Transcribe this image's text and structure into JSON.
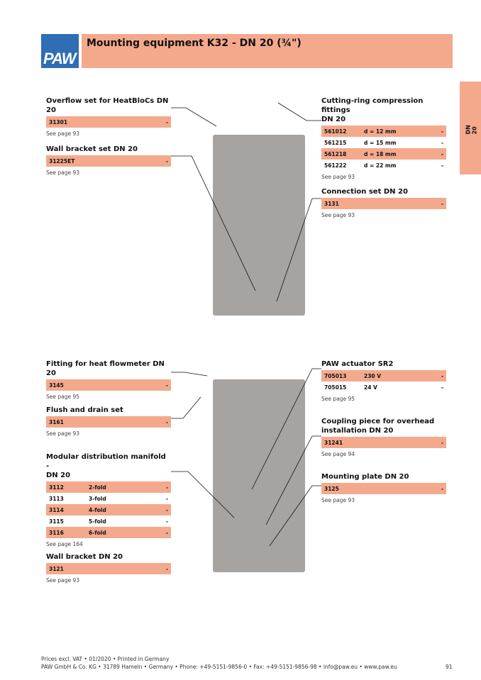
{
  "header": {
    "logo": "PAW",
    "title": "Mounting equipment K32 - DN 20 (¾\")"
  },
  "side_tab": "DN 20",
  "sections": [
    {
      "title": [
        "Overflow set for HeatBloCs DN 20"
      ],
      "rows": [
        {
          "code": "31301",
          "desc": "",
          "price": "-"
        }
      ],
      "see": "See page 93"
    },
    {
      "title": [
        "Wall bracket set DN 20"
      ],
      "rows": [
        {
          "code": "31225ET",
          "desc": "",
          "price": "-"
        }
      ],
      "see": "See page 93"
    },
    {
      "title": [
        "Cutting-ring compression fittings",
        "DN 20"
      ],
      "rows": [
        {
          "code": "561012",
          "desc": "d = 12 mm",
          "price": "-"
        },
        {
          "code": "561215",
          "desc": "d = 15 mm",
          "price": "-"
        },
        {
          "code": "561218",
          "desc": "d = 18 mm",
          "price": "-"
        },
        {
          "code": "561222",
          "desc": "d = 22 mm",
          "price": "-"
        }
      ],
      "see": "See page 93"
    },
    {
      "title": [
        "Connection set DN 20"
      ],
      "rows": [
        {
          "code": "3131",
          "desc": "",
          "price": "-"
        }
      ],
      "see": "See page 93"
    },
    {
      "title": [
        "Fitting for heat flowmeter DN 20"
      ],
      "rows": [
        {
          "code": "3145",
          "desc": "",
          "price": "-"
        }
      ],
      "see": "See page 95"
    },
    {
      "title": [
        "Flush and drain set"
      ],
      "rows": [
        {
          "code": "3161",
          "desc": "",
          "price": "-"
        }
      ],
      "see": "See page 93"
    },
    {
      "title": [
        "Modular distribution manifold -",
        "DN 20"
      ],
      "rows": [
        {
          "code": "3112",
          "desc": "2-fold",
          "price": "-"
        },
        {
          "code": "3113",
          "desc": "3-fold",
          "price": "-"
        },
        {
          "code": "3114",
          "desc": "4-fold",
          "price": "-"
        },
        {
          "code": "3115",
          "desc": "5-fold",
          "price": "-"
        },
        {
          "code": "3116",
          "desc": "6-fold",
          "price": "-"
        }
      ],
      "see": "See page 164"
    },
    {
      "title": [
        "Wall bracket DN 20"
      ],
      "rows": [
        {
          "code": "3121",
          "desc": "",
          "price": "-"
        }
      ],
      "see": "See page 93"
    },
    {
      "title": [
        "PAW actuator SR2"
      ],
      "rows": [
        {
          "code": "705013",
          "desc": "230 V",
          "price": "-"
        },
        {
          "code": "705015",
          "desc": "24 V",
          "price": "-"
        }
      ],
      "see": "See page 95"
    },
    {
      "title": [
        "Coupling piece for overhead",
        "installation DN 20"
      ],
      "rows": [
        {
          "code": "31241",
          "desc": "",
          "price": "-"
        }
      ],
      "see": "See page 94"
    },
    {
      "title": [
        "Mounting plate DN 20"
      ],
      "rows": [
        {
          "code": "3125",
          "desc": "",
          "price": "-"
        }
      ],
      "see": "See page 93"
    }
  ],
  "footer": {
    "line1": "Prices excl. VAT  • 01/2020 • Printed in Germany",
    "line2": "PAW GmbH & Co. KG • 31789 Hameln • Germany • Phone: +49-5151-9856-0 • Fax: +49-5151-9856-98 • info@paw.eu • www.paw.eu",
    "page": "91"
  }
}
